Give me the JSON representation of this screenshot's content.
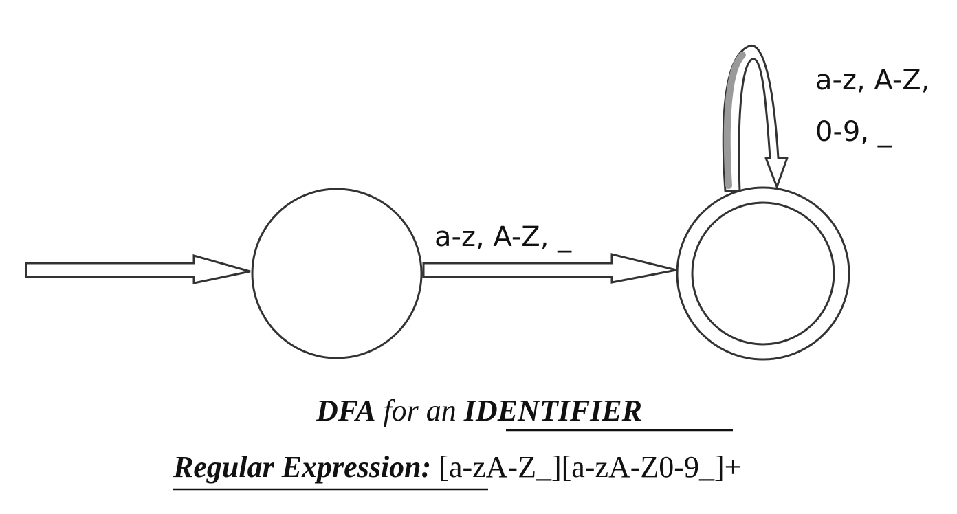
{
  "transitions": {
    "start_to_accept": "a-z, A-Z, _",
    "self_loop_line1": "a-z, A-Z,",
    "self_loop_line2": "0-9, _"
  },
  "caption": {
    "title_prefix": "DFA",
    "title_middle": " for an ",
    "title_emphasis": "IDENTIFIER",
    "regex_label": "Regular Expression:",
    "regex_value": " [a-zA-Z_][a-zA-Z0-9_]+"
  }
}
